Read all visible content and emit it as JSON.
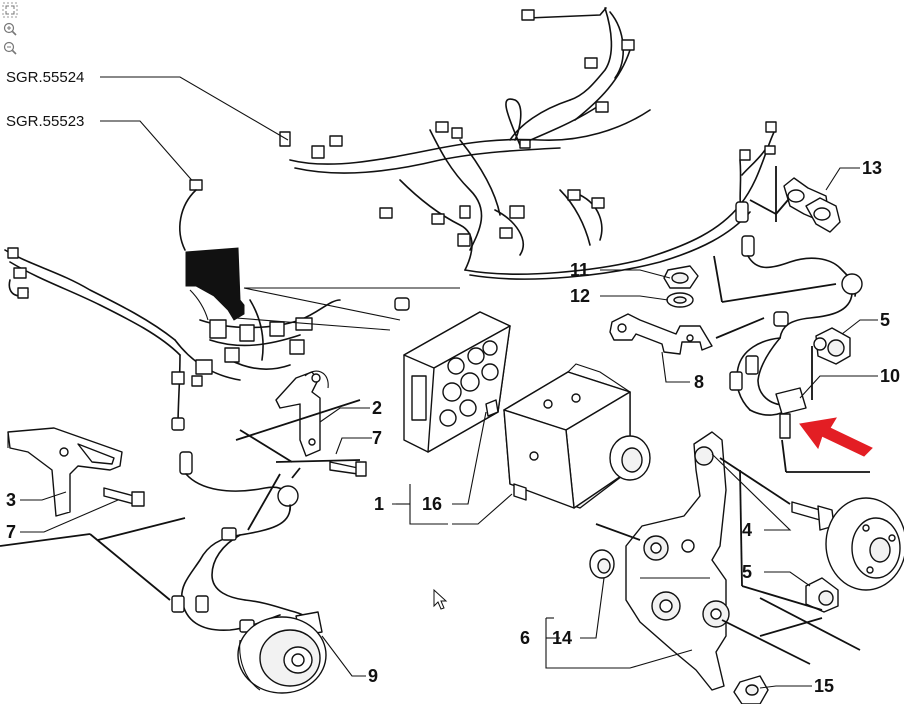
{
  "toolbar": {
    "icons": [
      "fit-icon",
      "zoom-in-icon",
      "zoom-out-icon"
    ]
  },
  "refs": {
    "sgr_55524": "SGR.55524",
    "sgr_55523": "SGR.55523"
  },
  "callouts": {
    "c1": "1",
    "c2": "2",
    "c3": "3",
    "c4": "4",
    "c5a": "5",
    "c5b": "5",
    "c6": "6",
    "c7a": "7",
    "c7b": "7",
    "c8": "8",
    "c9": "9",
    "c10": "10",
    "c11": "11",
    "c12": "12",
    "c13": "13",
    "c14": "14",
    "c15": "15",
    "c16": "16"
  },
  "colors": {
    "ink": "#111111",
    "highlight_arrow": "#e31e24",
    "background": "#ffffff"
  }
}
